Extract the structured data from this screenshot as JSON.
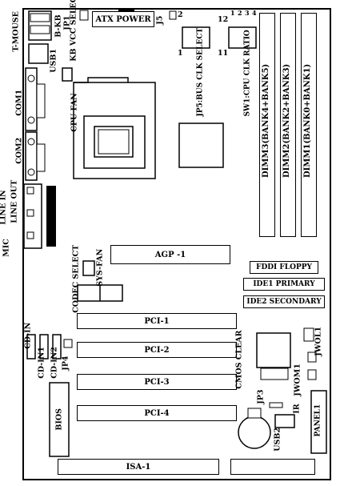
{
  "board": {
    "connectors": {
      "atx_power": "ATX POWER",
      "j5": "J5",
      "jp1": "JP1",
      "kb_vcc_select": "KB VCC SELECT",
      "t_mouse": "T-MOUSE",
      "b_kb": "B-KB",
      "usb1": "USB1",
      "com1": "COM1",
      "com2": "COM2",
      "cpu_fan": "CPU FAN",
      "line_in": "LINE IN",
      "line_out": "LINE OUT",
      "mic": "MIC",
      "sys_fan": "SYS-FAN",
      "codec_select": "CODEC SELECT",
      "cd_in": "CD-IN",
      "cd_in1": "CD-IN1",
      "cd_in2": "CD-IN2",
      "jp4": "JP4",
      "bios": "BIOS",
      "cmos_clear": "CMOS CLEAR",
      "jp3": "JP3",
      "ir": "IR",
      "usb2": "USB2",
      "jwom1": "JWOM1",
      "jwol1": "JWOL1",
      "panel1": "PANEL1"
    },
    "jumpers": {
      "jp5_label": "JP5:BUS CLK SELECT",
      "jp5_pin1": "1",
      "jp5_pin2": "2",
      "sw1_label": "SW1:CPU CLK RATIO",
      "sw1_pin12": "12",
      "sw1_pin11": "11",
      "sw1_nums": [
        "1",
        "2",
        "3",
        "4"
      ]
    },
    "dimms": [
      "DIMM3(BANK4+BANK5)",
      "DIMM2(BANK2+BANK3)",
      "DIMM1(BANK0+BANK1)"
    ],
    "slots": {
      "agp": "AGP -1",
      "pci1": "PCI-1",
      "pci2": "PCI-2",
      "pci3": "PCI-3",
      "pci4": "PCI-4",
      "isa1": "ISA-1",
      "fddi": "FDDI FLOPPY",
      "ide1": "IDE1 PRIMARY",
      "ide2": "IDE2 SECONDARY"
    }
  }
}
